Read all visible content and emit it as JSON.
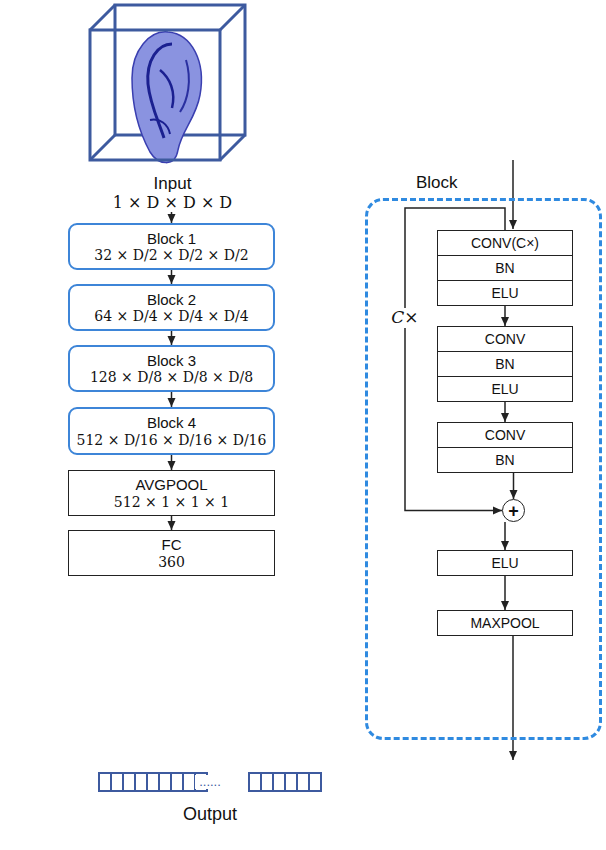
{
  "diagram": {
    "nodes": [
      {
        "text": [
          "Input",
          "1 × D × D × D"
        ]
      },
      {
        "text": [
          "Block 1",
          "32 × D/2 × D/2 × D/2"
        ]
      },
      {
        "text": [
          "Block 2",
          "64 × D/4 × D/4 × D/4"
        ]
      },
      {
        "text": [
          "Block 3",
          "128 × D/8 × D/8 × D/8"
        ]
      },
      {
        "text": [
          "Block 4",
          "512 × D/16 × D/16 × D/16"
        ]
      },
      {
        "text": [
          "AVGPOOL",
          "512 × 1 × 1 × 1"
        ]
      },
      {
        "text": [
          "FC",
          "360"
        ]
      },
      {
        "text": [
          "......",
          "Output"
        ]
      },
      {
        "text": [
          "Block"
        ]
      },
      {
        "text": [
          "CONV(C×)"
        ],
        "in": 8
      },
      {
        "text": [
          "BN"
        ],
        "in": 8
      },
      {
        "text": [
          "ELU"
        ],
        "in": 8
      },
      {
        "text": [
          "CONV"
        ],
        "in": 8
      },
      {
        "text": [
          "BN"
        ],
        "in": 8
      },
      {
        "text": [
          "ELU"
        ],
        "in": 8
      },
      {
        "text": [
          "CONV"
        ],
        "in": 8
      },
      {
        "text": [
          "BN"
        ],
        "in": 8
      },
      {
        "text": [
          "+"
        ],
        "in": 8
      },
      {
        "text": [
          "ELU"
        ],
        "in": 8
      },
      {
        "text": [
          "MAXPOOL"
        ],
        "in": 8
      }
    ],
    "edges": [
      {
        "from": 0,
        "to": 1,
        "arrow": "to"
      },
      {
        "from": 1,
        "to": 2,
        "arrow": "to"
      },
      {
        "from": 2,
        "to": 3,
        "arrow": "to"
      },
      {
        "from": 3,
        "to": 4,
        "arrow": "to"
      },
      {
        "from": 4,
        "to": 5,
        "arrow": "to"
      },
      {
        "from": 5,
        "to": 6,
        "arrow": "to"
      },
      {
        "from": 11,
        "to": 12,
        "arrow": "to"
      },
      {
        "from": 14,
        "to": 15,
        "arrow": "to"
      },
      {
        "from": 16,
        "to": 17,
        "arrow": "to"
      },
      {
        "from": 9,
        "to": 17,
        "label": "C×",
        "arrow": "to"
      },
      {
        "from": 17,
        "to": 18,
        "arrow": "to"
      },
      {
        "from": 18,
        "to": 19,
        "arrow": "to"
      }
    ]
  }
}
